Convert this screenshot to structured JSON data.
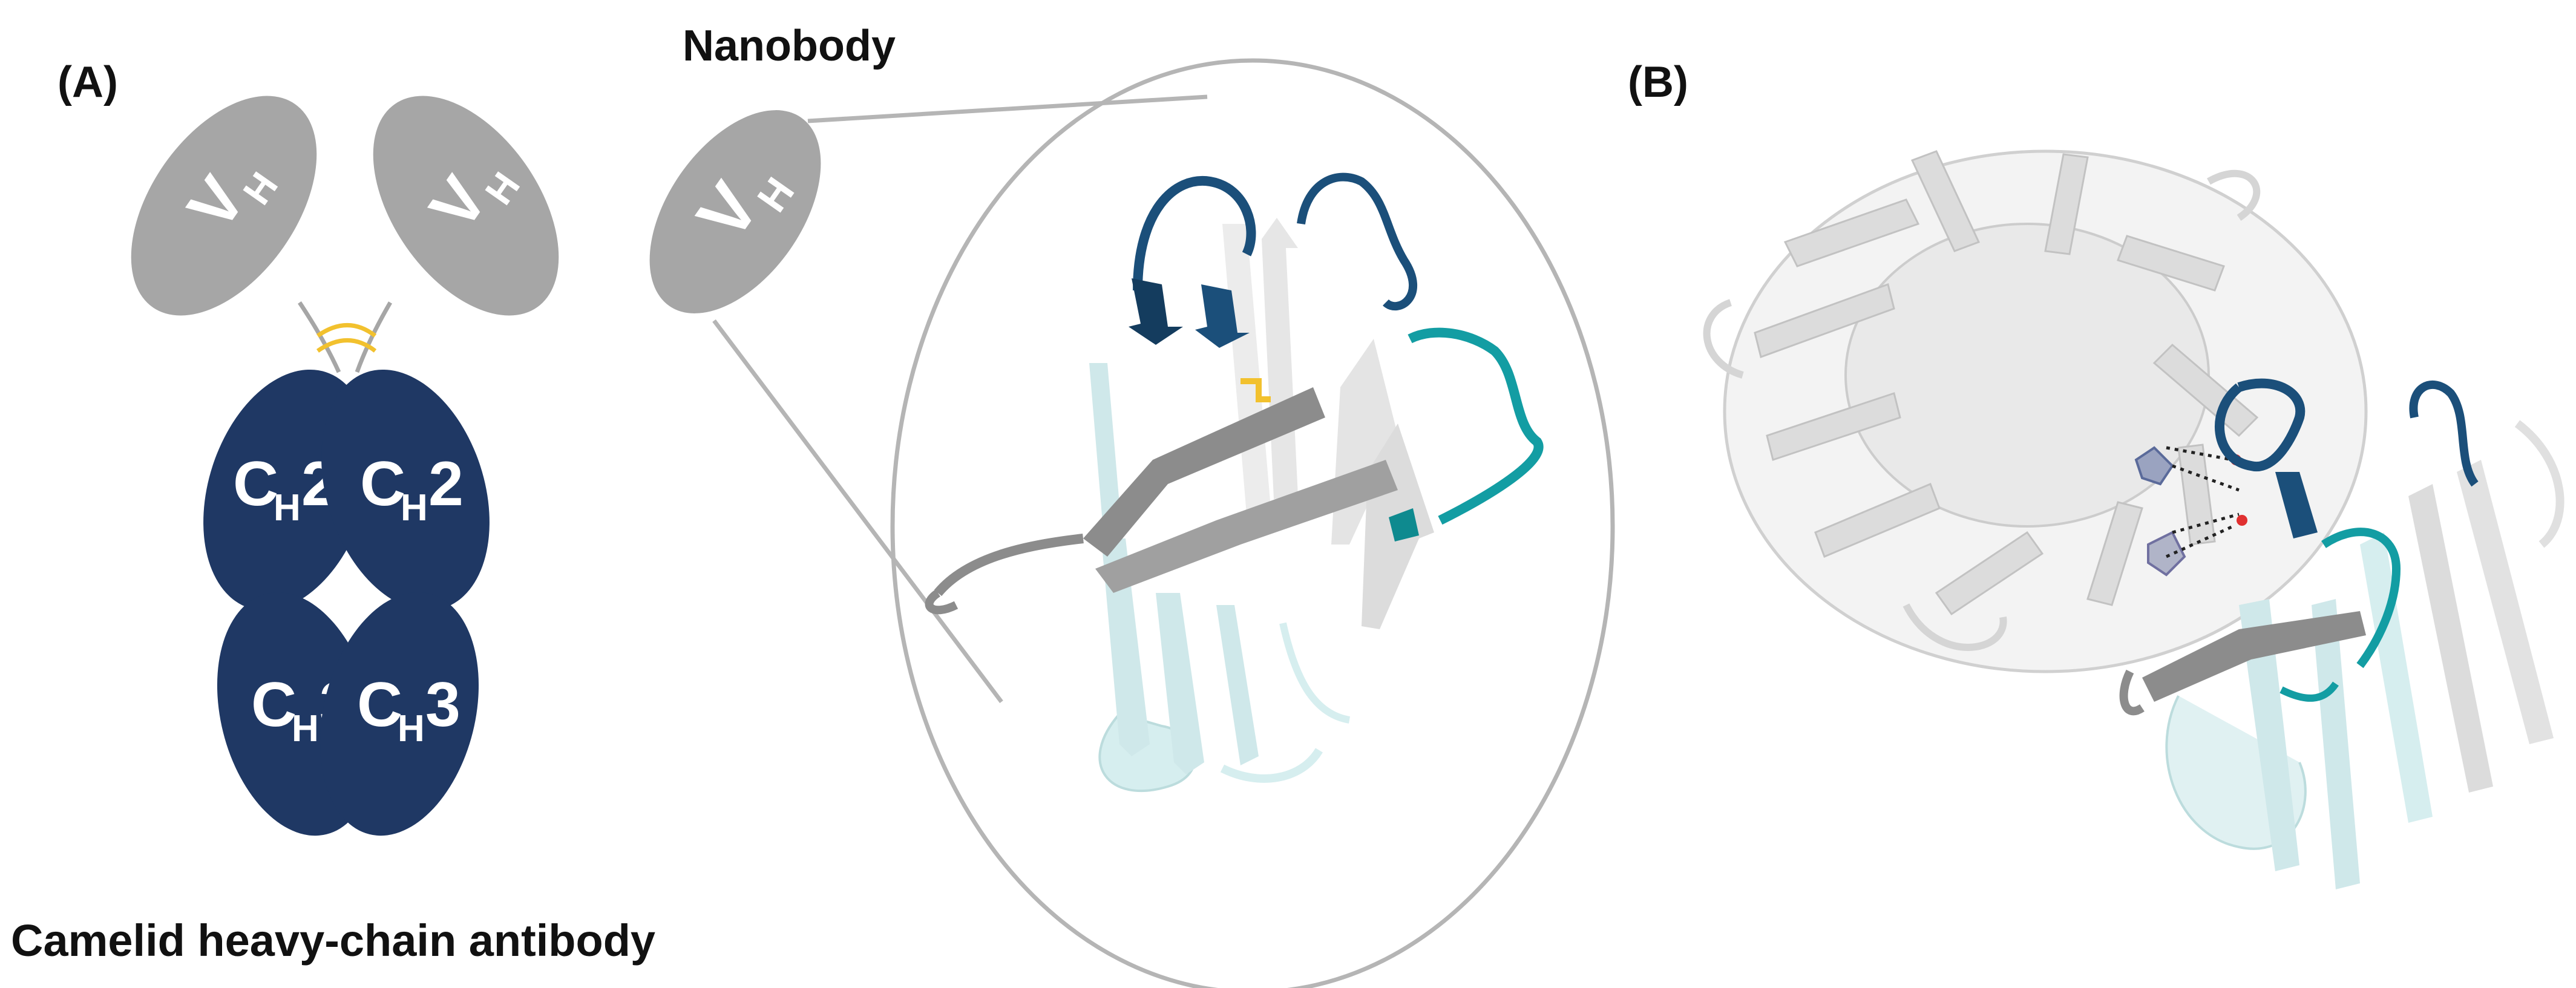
{
  "panel_a": {
    "label": "(A)",
    "antibody_caption": "Camelid heavy-chain antibody",
    "nanobody_title": "Nanobody",
    "domains": {
      "vh_main": "V",
      "vh_sub": "H",
      "ch2_main": "C",
      "ch2_sub": "H",
      "ch2_num": "2",
      "ch3_main": "C",
      "ch3_sub": "H",
      "ch3_num": "3"
    }
  },
  "panel_b": {
    "label": "(B)"
  },
  "colors": {
    "domain_gray": "#a6a6a6",
    "constant_navy": "#1f3864",
    "disulfide_yellow": "#f2c12e",
    "cdr_dark_blue": "#1b4f7a",
    "cdr_teal": "#139da3",
    "framework_pale": "#d6eeef",
    "antigen_white": "#ececec"
  }
}
